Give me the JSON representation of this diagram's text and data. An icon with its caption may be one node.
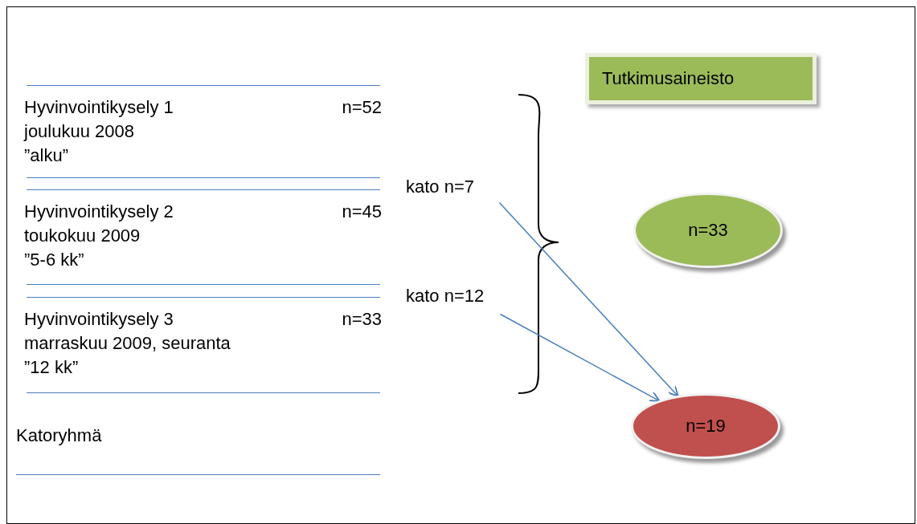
{
  "diagram": {
    "nodes": [
      {
        "text": [
          "Hyvinvointikysely 1",
          "joulukuu 2008",
          "”alku”",
          "n=52"
        ]
      },
      {
        "text": [
          "Hyvinvointikysely 2",
          "toukokuu 2009",
          "”5-6 kk”",
          "n=45"
        ]
      },
      {
        "text": [
          "Hyvinvointikysely 3",
          "marraskuu 2009, seuranta",
          "”12 kk”",
          "n=33"
        ]
      },
      {
        "text": [
          "Katoryhmä"
        ]
      },
      {
        "text": [
          "kato n=7"
        ]
      },
      {
        "text": [
          "kato n=12"
        ]
      },
      {
        "text": [
          "Tutkimusaineisto"
        ]
      },
      {
        "text": [
          "n=33"
        ]
      },
      {
        "text": [
          "n=19"
        ]
      }
    ],
    "edges": [
      {
        "from": 4,
        "to": 8,
        "arrow": "to"
      },
      {
        "from": 5,
        "to": 8,
        "arrow": "to"
      }
    ]
  }
}
